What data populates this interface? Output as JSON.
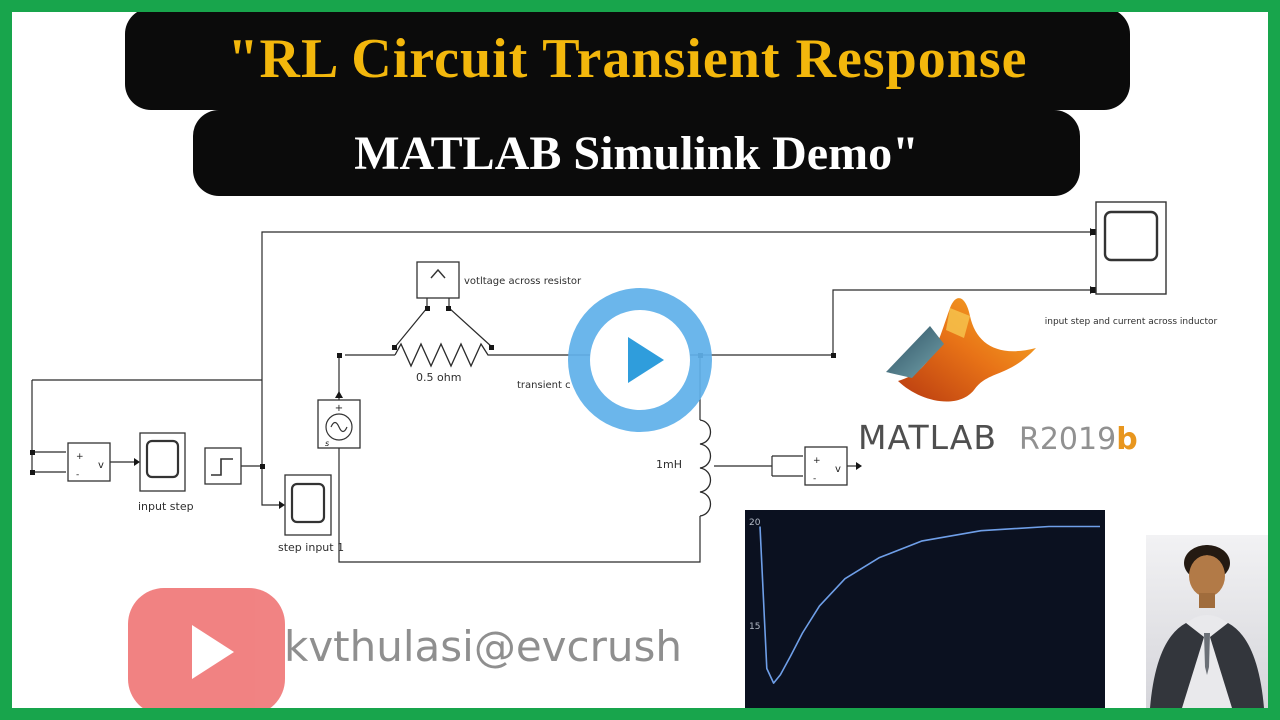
{
  "banner": {
    "title": "\"RL Circuit Transient Response",
    "subtitle": "MATLAB Simulink Demo\""
  },
  "diagram": {
    "labels": {
      "voltage_sensor": "votltage across resistor",
      "resistor": "0.5 ohm",
      "transient": "transient c",
      "input_step": "input step",
      "step_input_1": "step input 1",
      "inductor": "1mH",
      "scope": "input step and current across inductor"
    },
    "ports": {
      "plus": "+",
      "minus": "-",
      "v": "v",
      "s": "s"
    }
  },
  "matlab": {
    "brand": "MATLAB",
    "release_prefix": "R2019",
    "release_suffix": "b"
  },
  "watermark": {
    "handle": "kvthulasi@evcrush"
  },
  "scope_plot": {
    "y_ticks": [
      "20",
      "15"
    ],
    "chart_data": {
      "type": "line",
      "x": [
        0,
        0.04,
        0.08,
        0.12,
        0.18,
        0.25,
        0.35,
        0.5,
        0.7,
        0.95,
        1.3,
        1.7,
        2.0
      ],
      "y": [
        20,
        13.2,
        12.5,
        12.9,
        13.8,
        14.9,
        16.2,
        17.5,
        18.5,
        19.3,
        19.8,
        20,
        20
      ],
      "ylim": [
        11.5,
        20.6
      ],
      "line_color": "#6f9fe8",
      "bg_color": "#0b1120"
    }
  },
  "colors": {
    "border_green": "#18a54c",
    "banner_bg": "#0b0b0b",
    "title_yellow": "#f3b70c",
    "play_blue": "#2f9ddc",
    "youtube_red": "#f07878"
  }
}
